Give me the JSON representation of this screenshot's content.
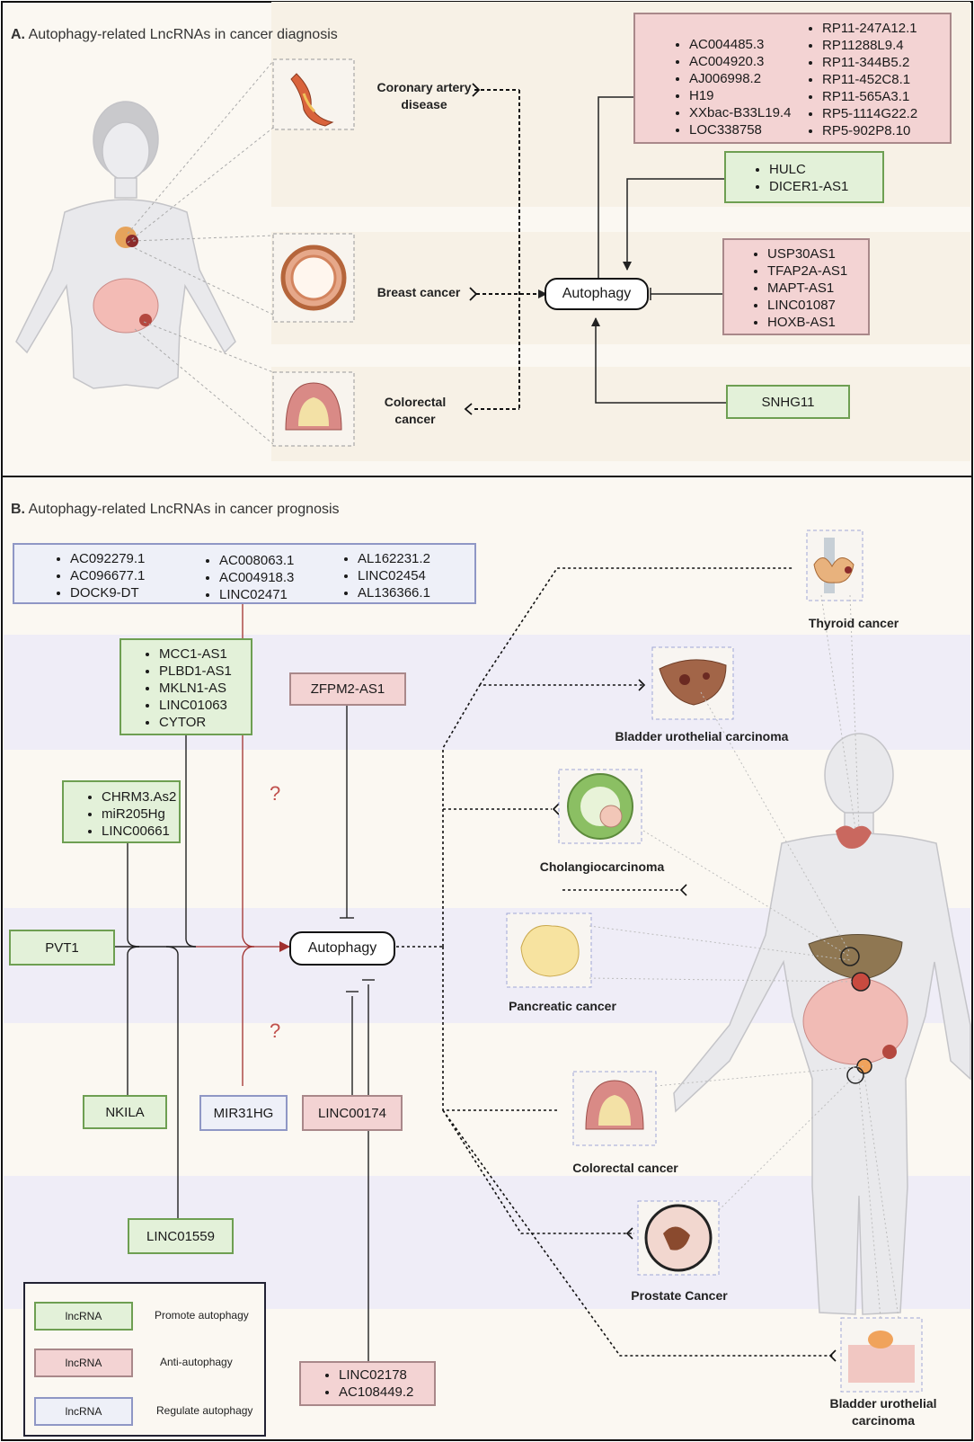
{
  "panelA": {
    "title_letter": "A.",
    "title_text": "Autophagy-related LncRNAs in cancer diagnosis",
    "diseases": [
      "Coronary artery disease",
      "Breast cancer",
      "Colorectal cancer"
    ],
    "center": "Autophagy",
    "red_box_top": {
      "left": [
        "AC004485.3",
        "AC004920.3",
        "AJ006998.2",
        "H19",
        "XXbac-B33L19.4",
        "LOC338758"
      ],
      "right": [
        "RP11-247A12.1",
        "RP11288L9.4",
        "RP11-344B5.2",
        "RP11-452C8.1",
        "RP11-565A3.1",
        "RP5-1114G22.2",
        "RP5-902P8.10"
      ]
    },
    "green_box_1": [
      "HULC",
      "DICER1-AS1"
    ],
    "red_box_mid": [
      "USP30AS1",
      "TFAP2A-AS1",
      "MAPT-AS1",
      "LINC01087",
      "HOXB-AS1"
    ],
    "green_box_2": "SNHG11"
  },
  "panelB": {
    "title_letter": "B.",
    "title_text": "Autophagy-related LncRNAs in cancer prognosis",
    "center": "Autophagy",
    "blue_top": {
      "col1": [
        "AC092279.1",
        "AC096677.1",
        "DOCK9-DT"
      ],
      "col2": [
        "AC008063.1",
        "AC004918.3",
        "LINC02471"
      ],
      "col3": [
        "AL162231.2",
        "LINC02454",
        "AL136366.1"
      ]
    },
    "green_mcc": [
      "MCC1-AS1",
      "PLBD1-AS1",
      "MKLN1-AS",
      "LINC01063",
      "CYTOR"
    ],
    "green_chrm": [
      "CHRM3.As2",
      "miR205Hg",
      "LINC00661"
    ],
    "pvt1": "PVT1",
    "nkila": "NKILA",
    "linc01559": "LINC01559",
    "mir31hg": "MIR31HG",
    "zfpm2": "ZFPM2-AS1",
    "linc00174": "LINC00174",
    "red_bottom": [
      "LINC02178",
      "AC108449.2"
    ],
    "question_mark": "?",
    "cancers": [
      "Thyroid cancer",
      "Bladder urothelial carcinoma",
      "Cholangiocarcinoma",
      "Pancreatic cancer",
      "Colorectal cancer",
      "Prostate Cancer",
      "Bladder urothelial carcinoma"
    ]
  },
  "legend": {
    "items": [
      {
        "box": "lncRNA",
        "label": "Promote autophagy",
        "color": "#e3f1d9"
      },
      {
        "box": "lncRNA",
        "label": "Anti-autophagy",
        "color": "#f3d3d3"
      },
      {
        "box": "lncRNA",
        "label": "Regulate autophagy",
        "color": "#eef0f8"
      }
    ]
  }
}
